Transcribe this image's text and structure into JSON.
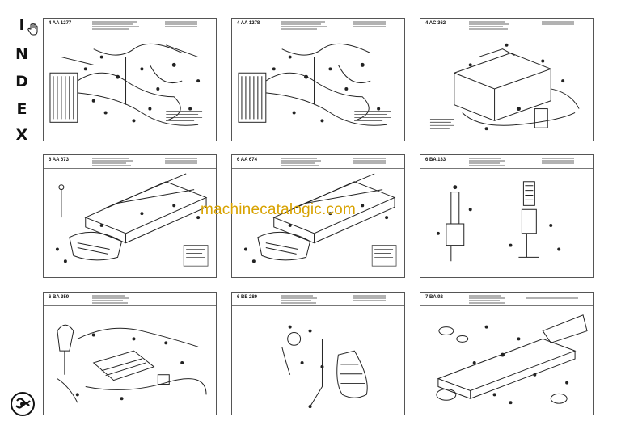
{
  "sidebar": {
    "letters": [
      "I",
      "N",
      "D",
      "E",
      "X"
    ],
    "hand_icon": "hand-pointer-icon",
    "logo": "sdf-logo"
  },
  "watermark": "machinecatalogic.com",
  "panels": [
    {
      "code": "4 AA 1277"
    },
    {
      "code": "4 AA 1278"
    },
    {
      "code": "4 AC 362"
    },
    {
      "code": "6 AA 673"
    },
    {
      "code": "6 AA 674"
    },
    {
      "code": "6 BA 133"
    },
    {
      "code": "6 BA 359"
    },
    {
      "code": "6 BE 289"
    },
    {
      "code": "7 BA 92"
    }
  ],
  "colors": {
    "watermark": "#d8a200",
    "line": "#222222",
    "border": "#555555"
  }
}
